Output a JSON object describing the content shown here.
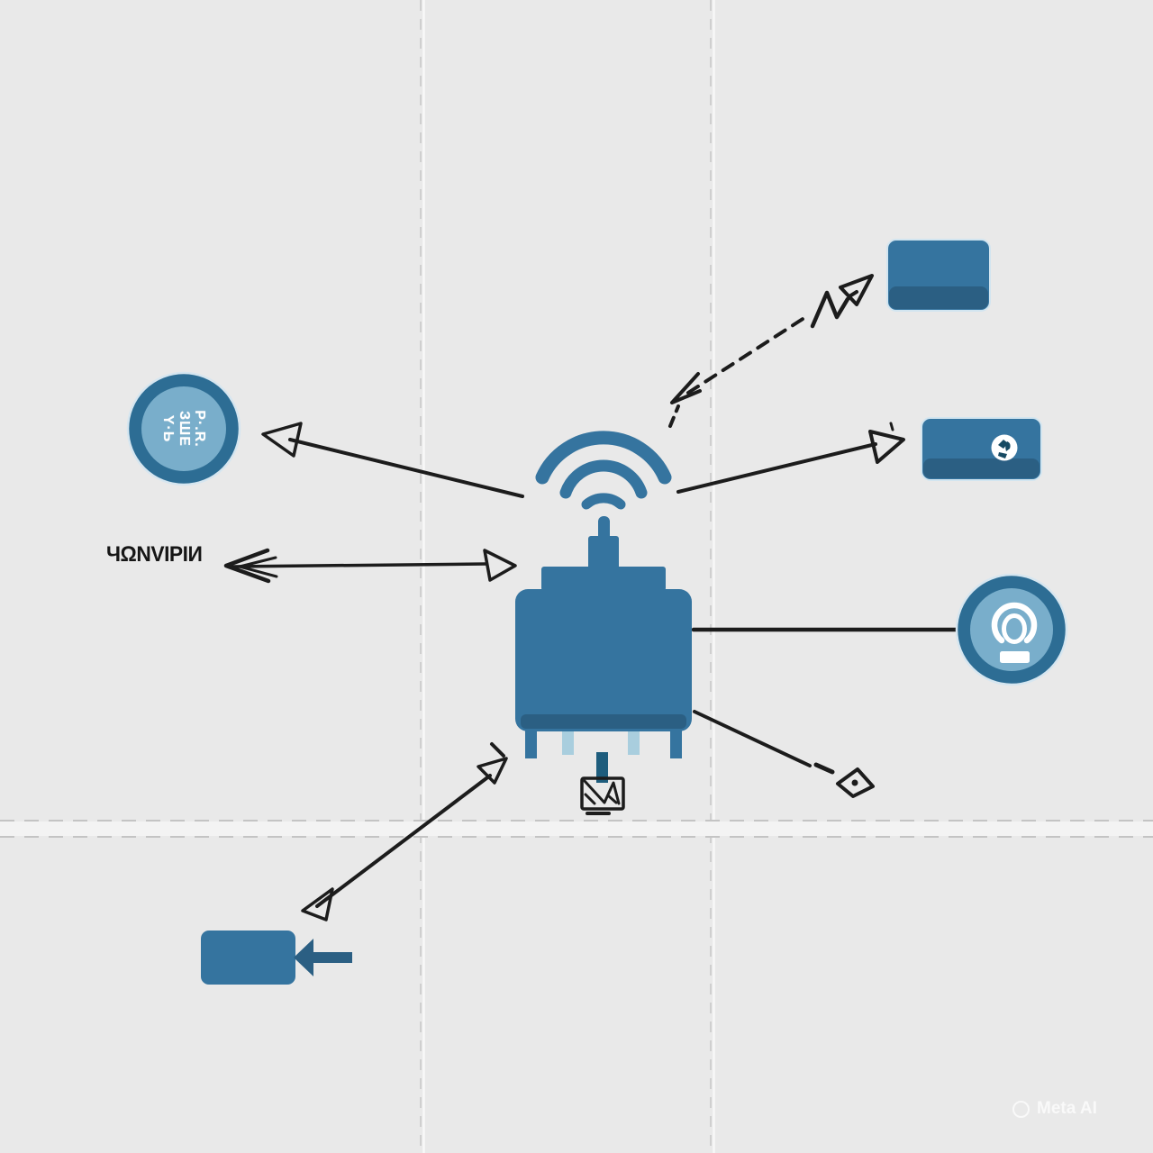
{
  "palette": {
    "background": "#e9e9e9",
    "blue": "#35749f",
    "blue_dark": "#2b5f83",
    "blue_ring": "#2d6d94",
    "blue_inner": "#79aecb",
    "blue_pale": "#a9cede",
    "blue_deep": "#1e5d7d",
    "ink": "#1c1c1c",
    "seam": "#c9c9c9"
  },
  "labels": {
    "left_port": "ЧΩNVIPIИ"
  },
  "badge": {
    "lines": [
      "P·.R.",
      "ЗШЕ",
      "Y·Ь"
    ]
  },
  "watermark": {
    "brand": "Meta AI"
  },
  "nodes": [
    {
      "id": "hub",
      "name": "wifi-hub-device",
      "icon": "wifi-signal-icon",
      "shape": "box-with-antenna-and-legs"
    },
    {
      "id": "top-left-badge",
      "name": "garbled-text-badge",
      "shape": "circle"
    },
    {
      "id": "top-right-card",
      "name": "blank-module-card",
      "shape": "rounded-rectangle"
    },
    {
      "id": "network-card",
      "name": "network-module-card",
      "icon": "globe-doodle-icon",
      "shape": "rounded-rectangle"
    },
    {
      "id": "indicator-circle",
      "name": "light-bulb-indicator",
      "icon": "light-bulb-icon",
      "shape": "circle"
    },
    {
      "id": "storage-card",
      "name": "input-card",
      "icon": "blue-left-arrow-icon",
      "shape": "rounded-rectangle"
    },
    {
      "id": "inbox",
      "name": "download-tray-icon",
      "shape": "glyph"
    },
    {
      "id": "diamond",
      "name": "diamond-pointer-icon",
      "shape": "outline-diamond"
    }
  ],
  "connectors": [
    {
      "from": "hub",
      "to": "top-left-badge",
      "style": "solid",
      "head": "open-triangle-left"
    },
    {
      "from": "left-port-label",
      "to": "hub",
      "style": "solid",
      "head": "open-triangle-right",
      "tail": "double-chevron"
    },
    {
      "from": "hub",
      "to": "top-right-card",
      "style": "dashed",
      "head": "open-triangle-both",
      "extra": "zigzag"
    },
    {
      "from": "hub",
      "to": "network-card",
      "style": "solid",
      "head": "open-triangle-right"
    },
    {
      "from": "hub",
      "to": "indicator-circle",
      "style": "solid",
      "head": "none"
    },
    {
      "from": "hub",
      "to": "diamond",
      "style": "solid-with-dash",
      "head": "diamond-dot"
    },
    {
      "from": "hub",
      "to": "storage-card",
      "style": "solid-with-dash",
      "head": "open-triangle-both"
    },
    {
      "from": "hub",
      "to": "inbox",
      "style": "thick-blue-bar",
      "head": "tray"
    }
  ]
}
